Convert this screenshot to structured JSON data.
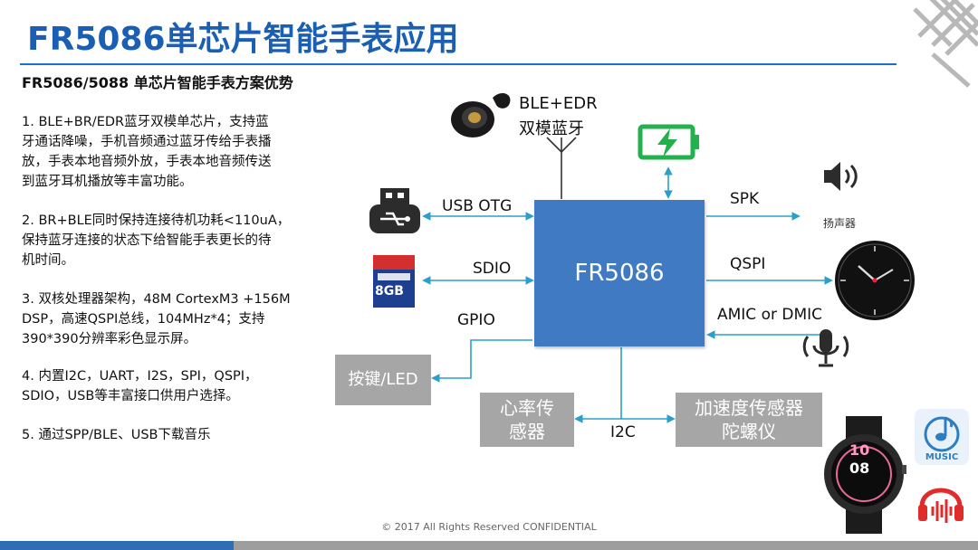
{
  "header": {
    "title": "FR5086单芯片智能手表应用"
  },
  "left": {
    "subtitle": "FR5086/5088 单芯片智能手表方案优势",
    "points": [
      [
        "1. BLE+BR/EDR蓝牙双模单芯片，支持蓝",
        "牙通话降噪，手机音频通过蓝牙传给手表播",
        "放，手表本地音频外放，手表本地音频传送",
        "到蓝牙耳机播放等丰富功能。"
      ],
      [
        "2. BR+BLE同时保持连接待机功耗<110uA，",
        "保持蓝牙连接的状态下给智能手表更长的待",
        "机时间。"
      ],
      [
        "3. 双核处理器架构，48M CortexM3 +156M",
        "DSP，高速QSPI总线，104MHz*4；支持",
        "390*390分辨率彩色显示屏。"
      ],
      [
        "4. 内置I2C，UART，I2S，SPI，QSPI，",
        "SDIO，USB等丰富接口供用户选择。"
      ],
      [
        "5. 通过SPP/BLE、USB下载音乐"
      ]
    ]
  },
  "diagram": {
    "chip_label": "FR5086",
    "bt_line1": "BLE+EDR",
    "bt_line2": "双模蓝牙",
    "usb_label": "USB OTG",
    "sdio_label": "SDIO",
    "gpio_label": "GPIO",
    "spk_label": "SPK",
    "speaker_text": "扬声器",
    "qspi_label": "QSPI",
    "mic_label": "AMIC  or DMIC",
    "i2c_label": "I2C",
    "key_led_box": "按键/LED",
    "heart_line1": "心率传",
    "heart_line2": "感器",
    "accel_line1": "加速度传感器",
    "accel_line2": "陀螺仪",
    "sd_card_label": "8GB",
    "watch_time": "10",
    "watch_time2": "08",
    "music_label": "MUSIC"
  },
  "footer": {
    "copyright": "© 2017 All Rights Reserved CONFIDENTIAL"
  },
  "colors": {
    "title": "#1a5fb4",
    "chip": "#3f7ac3",
    "connector": "#2b9fc9",
    "gray_box": "#a6a6a6",
    "battery": "#22b14c",
    "footer_blue": "#2f6db5"
  }
}
